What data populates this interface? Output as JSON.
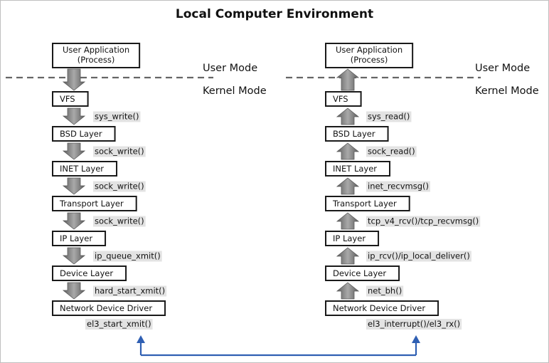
{
  "title": "Local Computer Environment",
  "modes": {
    "user": "User Mode",
    "kernel": "Kernel Mode"
  },
  "colors": {
    "link": "#2f5fb3",
    "arrow_fill": "#8c8c8c",
    "function_bg": "#e3e3e3",
    "dash": "#666666"
  },
  "send_stack": {
    "layers": [
      "User Application\n(Process)",
      "VFS",
      "BSD Layer",
      "INET Layer",
      "Transport Layer",
      "IP Layer",
      "Device Layer",
      "Network Device Driver"
    ],
    "functions": [
      "sys_write()",
      "sock_write()",
      "sock_write()",
      "sock_write()",
      "ip_queue_xmit()",
      "hard_start_xmit()"
    ],
    "driver_function": "el3_start_xmit()",
    "arrow_direction": "down"
  },
  "receive_stack": {
    "layers": [
      "User Application\n(Process)",
      "VFS",
      "BSD Layer",
      "INET Layer",
      "Transport Layer",
      "IP Layer",
      "Device Layer",
      "Network Device Driver"
    ],
    "functions": [
      "sys_read()",
      "sock_read()",
      "inet_recvmsg()",
      "tcp_v4_rcv()/tcp_recvmsg()",
      "ip_rcv()/ip_local_deliver()",
      "net_bh()"
    ],
    "driver_function": "el3_interrupt()/el3_rx()",
    "arrow_direction": "up"
  }
}
